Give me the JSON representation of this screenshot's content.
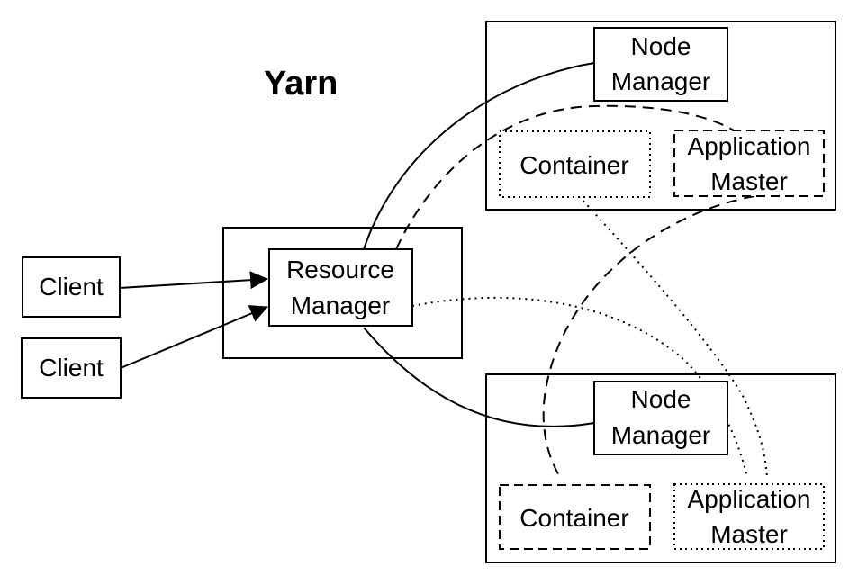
{
  "title": "Yarn",
  "resource_manager": {
    "line1": "Resource",
    "line2": "Manager"
  },
  "clients": [
    {
      "label": "Client"
    },
    {
      "label": "Client"
    }
  ],
  "nodes": [
    {
      "node_manager": {
        "line1": "Node",
        "line2": "Manager"
      },
      "container": {
        "label": "Container",
        "border": "dotted"
      },
      "app_master": {
        "line1": "Application",
        "line2": "Master",
        "border": "dashed"
      }
    },
    {
      "node_manager": {
        "line1": "Node",
        "line2": "Manager"
      },
      "container": {
        "label": "Container",
        "border": "dashed"
      },
      "app_master": {
        "line1": "Application",
        "line2": "Master",
        "border": "dotted"
      }
    }
  ],
  "connector_styles": {
    "client_request": "solid-arrow",
    "rm_to_node_manager": "solid",
    "app_master_link": "dashed",
    "container_link": "dotted"
  }
}
